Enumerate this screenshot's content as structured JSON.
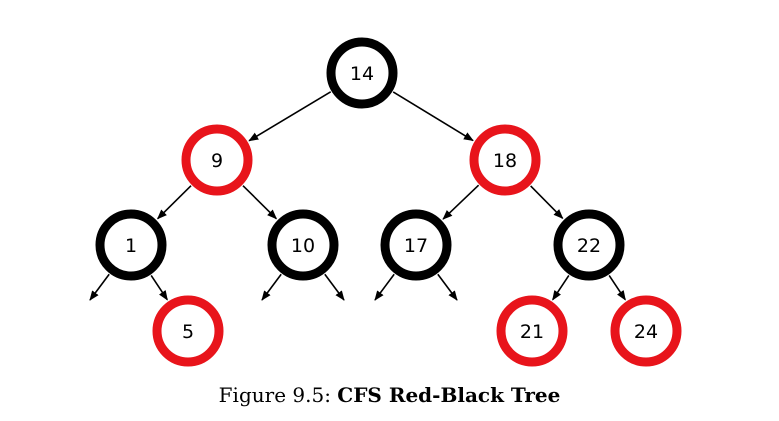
{
  "colors": {
    "black_node": "#000000",
    "red_node": "#e8141b",
    "edge": "#000000",
    "node_fill": "#ffffff"
  },
  "tree": {
    "nodes": [
      {
        "id": "n14",
        "label": "14",
        "color": "black"
      },
      {
        "id": "n9",
        "label": "9",
        "color": "red"
      },
      {
        "id": "n18",
        "label": "18",
        "color": "red"
      },
      {
        "id": "n1",
        "label": "1",
        "color": "black"
      },
      {
        "id": "n10",
        "label": "10",
        "color": "black"
      },
      {
        "id": "n17",
        "label": "17",
        "color": "black"
      },
      {
        "id": "n22",
        "label": "22",
        "color": "black"
      },
      {
        "id": "n5",
        "label": "5",
        "color": "red"
      },
      {
        "id": "n21",
        "label": "21",
        "color": "red"
      },
      {
        "id": "n24",
        "label": "24",
        "color": "red"
      }
    ],
    "edges": [
      {
        "from": "n14",
        "to": "n9"
      },
      {
        "from": "n14",
        "to": "n18"
      },
      {
        "from": "n9",
        "to": "n1"
      },
      {
        "from": "n9",
        "to": "n10"
      },
      {
        "from": "n18",
        "to": "n17"
      },
      {
        "from": "n18",
        "to": "n22"
      },
      {
        "from": "n1",
        "to": "n5"
      },
      {
        "from": "n22",
        "to": "n21"
      },
      {
        "from": "n22",
        "to": "n24"
      }
    ],
    "null_leaves": [
      {
        "from": "n1",
        "side": "left"
      },
      {
        "from": "n10",
        "side": "left"
      },
      {
        "from": "n10",
        "side": "right"
      },
      {
        "from": "n17",
        "side": "left"
      },
      {
        "from": "n17",
        "side": "right"
      }
    ]
  },
  "caption": {
    "prefix": "Figure 9.5: ",
    "title": "CFS Red-Black Tree"
  }
}
